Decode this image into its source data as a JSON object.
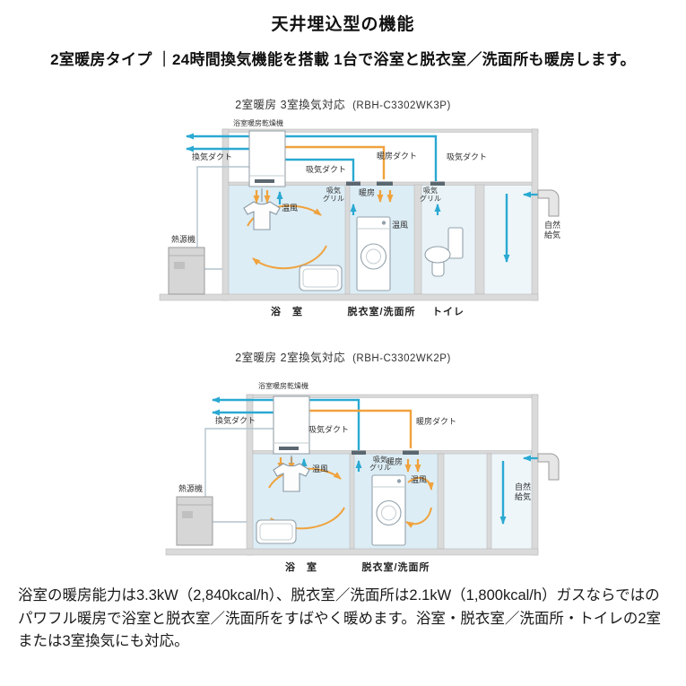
{
  "colors": {
    "cyan": "#2aa9d2",
    "orange": "#f0a23c",
    "roomBlue": "#dcedf5",
    "wall": "#dadada"
  },
  "header": {
    "title": "天井埋込型の機能",
    "subtitle": "2室暖房タイプ ｜24時間換気機能を搭載 1台で浴室と脱衣室／洗面所も暖房します。"
  },
  "diagram1": {
    "caption_main": "2室暖房 3室換気対応",
    "caption_model": "(RBH-C3302WK3P)",
    "labels": {
      "unit": "浴室暖房乾燥機",
      "exhaust_duct": "換気ダクト",
      "heating_duct": "暖房ダクト",
      "intake_duct_center": "吸気ダクト",
      "intake_duct_right": "吸気ダクト",
      "intake_grill_dressing": "吸気\nグリル",
      "heating": "暖房",
      "intake_grill_toilet": "吸気\nグリル",
      "warm_air_bath": "温風",
      "warm_air_dressing": "温風",
      "heat_source": "熱源機",
      "natural_supply": "自然\n給気",
      "room_bath": "浴　室",
      "room_dressing": "脱衣室/洗面所",
      "room_toilet": "トイレ"
    }
  },
  "diagram2": {
    "caption_main": "2室暖房 2室換気対応",
    "caption_model": "(RBH-C3302WK2P)",
    "labels": {
      "unit": "浴室暖房乾燥機",
      "exhaust_duct": "換気ダクト",
      "intake_duct": "吸気ダクト",
      "heating_duct": "暖房ダクト",
      "intake_grill": "吸気\nグリル",
      "heating": "暖房",
      "warm_air_bath": "温風",
      "warm_air_dressing": "温風",
      "heat_source": "熱源機",
      "natural_supply": "自然\n給気",
      "room_bath": "浴　室",
      "room_dressing": "脱衣室/洗面所"
    }
  },
  "footer": {
    "text": "浴室の暖房能力は3.3kW（2,840kcal/h）、脱衣室／洗面所は2.1kW（1,800kcal/h）ガスならではのパワフル暖房で浴室と脱衣室／洗面所をすばやく暖めます。浴室・脱衣室／洗面所・トイレの2室または3室換気にも対応。"
  }
}
